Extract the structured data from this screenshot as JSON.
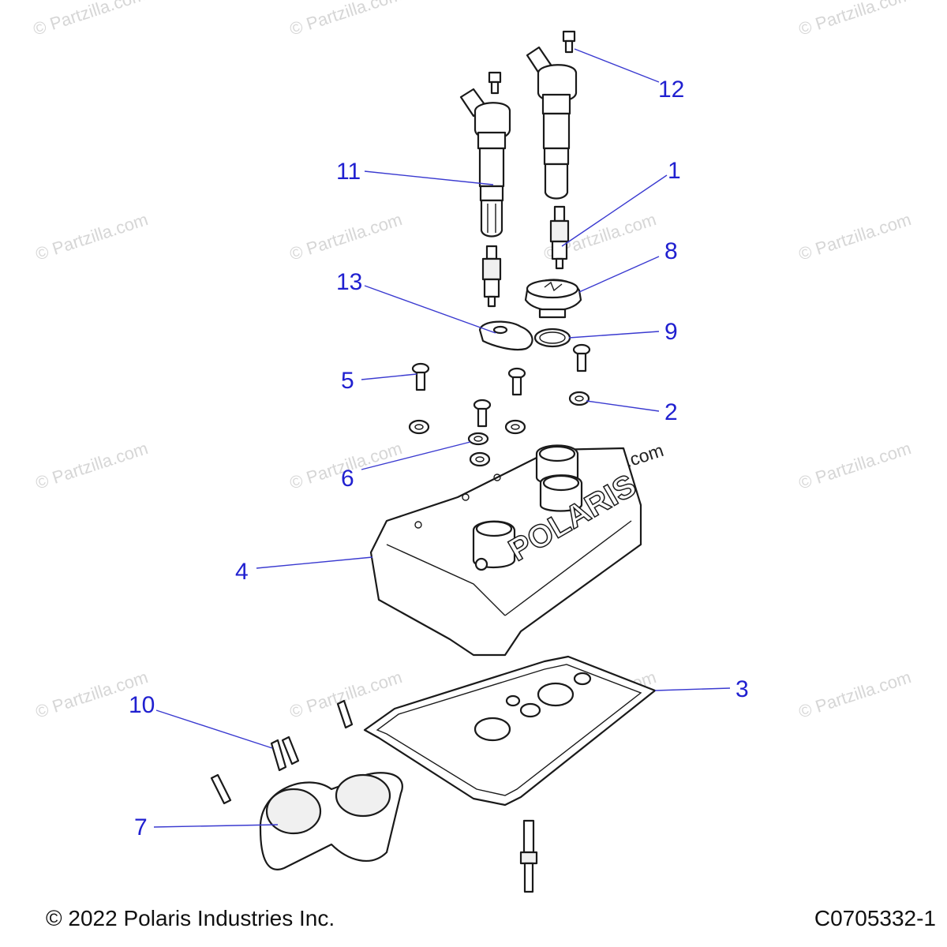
{
  "watermark": {
    "text": "© Partzilla.com"
  },
  "callouts": [
    {
      "id": "1",
      "label": "1"
    },
    {
      "id": "2",
      "label": "2"
    },
    {
      "id": "3",
      "label": "3"
    },
    {
      "id": "4",
      "label": "4"
    },
    {
      "id": "5",
      "label": "5"
    },
    {
      "id": "6",
      "label": "6"
    },
    {
      "id": "7",
      "label": "7"
    },
    {
      "id": "8",
      "label": "8"
    },
    {
      "id": "9",
      "label": "9"
    },
    {
      "id": "10",
      "label": "10"
    },
    {
      "id": "11",
      "label": "11"
    },
    {
      "id": "12",
      "label": "12"
    },
    {
      "id": "13",
      "label": "13"
    }
  ],
  "cover_emboss": "POLARIS",
  "footer": {
    "copyright": "© 2022 Polaris Industries Inc.",
    "drawing_id": "C0705332-1"
  },
  "colors": {
    "callout": "#2020d0",
    "leader": "#3a3ad0",
    "watermark": "#d6d6d6",
    "line_art": "#1a1a1a"
  }
}
